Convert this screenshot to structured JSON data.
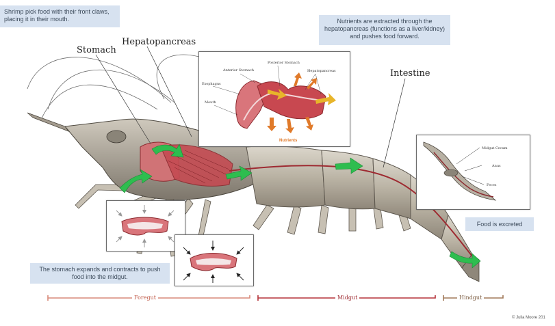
{
  "callouts": {
    "claws": "Shrimp pick food with their front claws, placing it in their mouth.",
    "nutrients": "Nutrients are extracted through the hepatopancreas (functions as a liver/kidney) and pushes food forward.",
    "excreted": "Food is excreted",
    "stomach_expands": "The stomach expands and contracts to push food into the midgut."
  },
  "labels": {
    "stomach": "Stomach",
    "hepatopancreas": "Hepatopancreas",
    "intestine": "Intestine"
  },
  "stomach_inset": {
    "anterior_stomach": "Anterior Stomach",
    "posterior_stomach": "Posterior Stomach",
    "esophagus": "Esophagus",
    "mouth": "Mouth",
    "hepatopancreas": "Hepatopancreas",
    "nutrients": "Nutrients"
  },
  "hindgut_inset": {
    "midgut_cecum": "Midgut Cecum",
    "anus": "Anus",
    "feces": "Feces"
  },
  "segments": {
    "foregut": "Foregut",
    "midgut": "Midgut",
    "hindgut": "Hindgut"
  },
  "credit": "© Julia Moore 201",
  "colors": {
    "callout_bg": "#d7e2f0",
    "arrow_green": "#2ebd4f",
    "gut_red": "#b5333a",
    "bracket": "#d98a7a",
    "shell": "#c9c3b6"
  }
}
